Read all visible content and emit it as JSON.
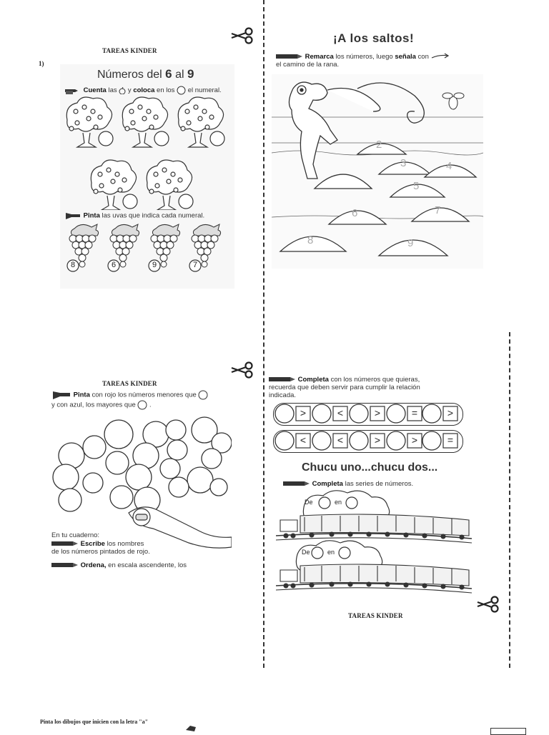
{
  "header_label": "TAREAS KINDER",
  "p1": {
    "item_number": "1)",
    "title_pre": "Números del ",
    "title_n1": "6",
    "title_mid": " al ",
    "title_n2": "9",
    "i1_bold1": "Cuenta",
    "i1_t1": " las",
    "i1_t2": " y ",
    "i1_bold2": "coloca",
    "i1_t3": " en los",
    "i1_t4": " el numeral.",
    "i2_bold": "Pinta",
    "i2_text": " las uvas que indica cada numeral.",
    "grape_numbers": [
      "8",
      "6",
      "9",
      "7"
    ]
  },
  "p2": {
    "title": "¡A los saltos!",
    "i_bold1": "Remarca",
    "i_t1": " los números, luego ",
    "i_bold2": "señala",
    "i_t2": " con",
    "i_line2": "el camino de la rana.",
    "rock_numbers": [
      "2",
      "3",
      "4",
      "5",
      "6",
      "7",
      "8",
      "9"
    ]
  },
  "p3": {
    "i_bold": "Pinta",
    "i_t1": " con rojo los números menores que",
    "i_t2": "y con azul, los mayores que",
    "i_t3": ".",
    "cuaderno": "En tu cuaderno:",
    "escribe_bold": "Escribe",
    "escribe_t1": " los nombres",
    "escribe_t2": "de los números pintados de rojo.",
    "ordena_bold": "Ordena,",
    "ordena_t": " en escala ascendente, los"
  },
  "p4": {
    "i_bold": "Completa",
    "i_t1": " con los números que quieras,",
    "i_t2": "recuerda que deben servir para cumplir la relación",
    "i_t3": "indicada.",
    "row1_signs": [
      ">",
      "<",
      ">",
      "=",
      ">"
    ],
    "row2_signs": [
      "<",
      "<",
      ">",
      ">",
      "="
    ],
    "title": "Chucu uno...chucu dos...",
    "i2_bold": "Completa",
    "i2_text": " las series de números.",
    "cloud_de": "De",
    "cloud_en": "en"
  },
  "footer": {
    "text": "Pinta los dibujos que inicien con la letra   \"a\""
  }
}
